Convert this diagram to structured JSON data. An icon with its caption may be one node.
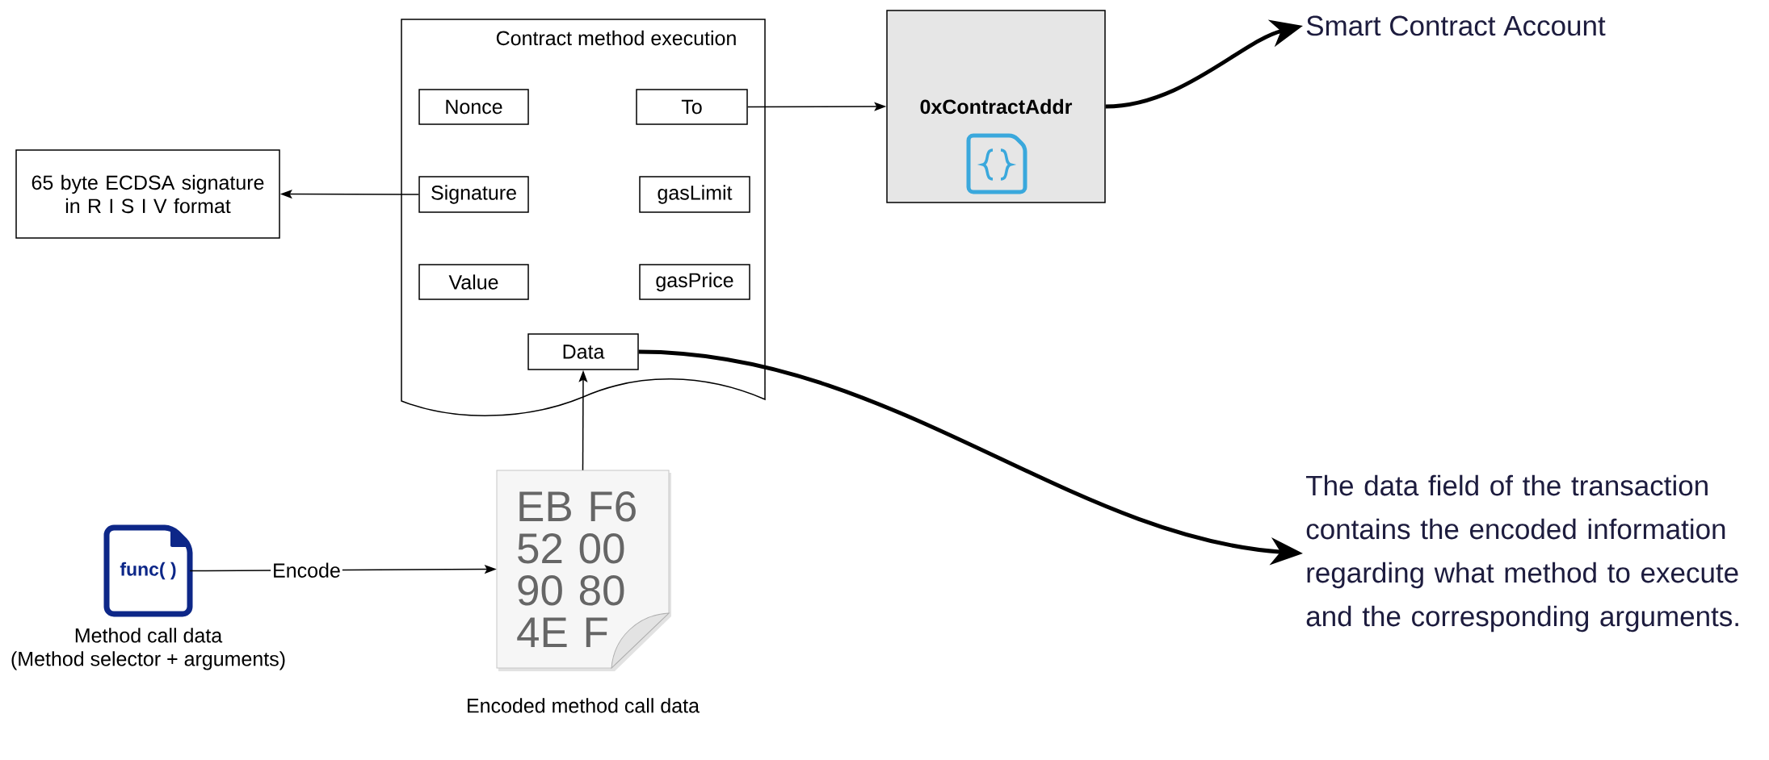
{
  "diagram": {
    "nodes": [
      {
        "text": [
          "Contract method execution"
        ]
      },
      {
        "text": [
          "Nonce"
        ],
        "in": 0
      },
      {
        "text": [
          "To"
        ],
        "in": 0
      },
      {
        "text": [
          "Signature"
        ],
        "in": 0
      },
      {
        "text": [
          "gasLimit"
        ],
        "in": 0
      },
      {
        "text": [
          "Value"
        ],
        "in": 0
      },
      {
        "text": [
          "gasPrice"
        ],
        "in": 0
      },
      {
        "text": [
          "Data"
        ],
        "in": 0
      },
      {
        "text": [
          "0xContractAddr"
        ]
      },
      {
        "text": [
          "Smart Contract Account"
        ]
      },
      {
        "text": [
          "65 byte ECDSA signature in R I S I V format"
        ]
      },
      {
        "text": [
          "func( )"
        ],
        "beside": [
          "Method call data",
          "(Method selector + arguments)"
        ]
      },
      {
        "text": [
          "EB F6 52 00 90 80 4E F"
        ],
        "beside": [
          "Encoded method call data"
        ]
      },
      {
        "text": [
          "The data field of the transaction contains the encoded information regarding what method to execute and the corresponding arguments."
        ]
      }
    ],
    "edges": [
      {
        "from": 2,
        "to": 8,
        "arrow": "to"
      },
      {
        "from": 8,
        "to": 9,
        "arrow": "to",
        "style": "thick"
      },
      {
        "from": 3,
        "to": 10,
        "arrow": "to"
      },
      {
        "from": 11,
        "to": 12,
        "arrow": "to",
        "label": "Encode"
      },
      {
        "from": 12,
        "to": 7,
        "arrow": "to"
      },
      {
        "from": 7,
        "to": 13,
        "arrow": "to",
        "style": "thick"
      }
    ]
  }
}
